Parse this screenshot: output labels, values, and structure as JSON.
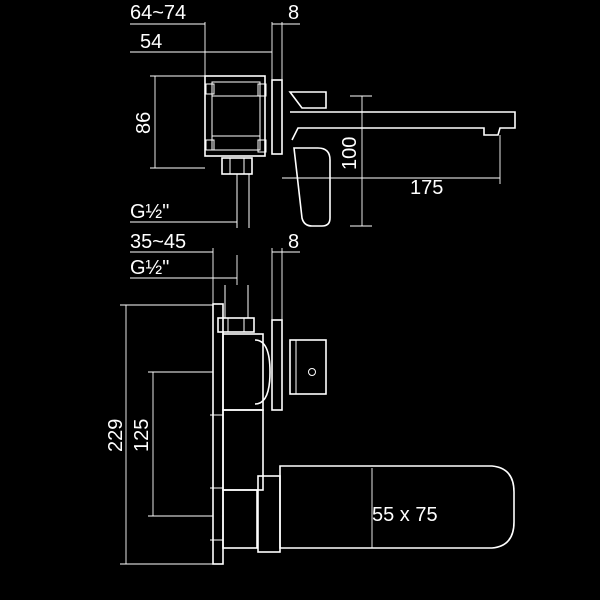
{
  "top_view": {
    "dim_depth_range": "64~74",
    "dim_plate": "8",
    "dim_body": "54",
    "dim_height": "86",
    "dim_spout_height": "100",
    "dim_spout_length": "175",
    "thread": "G½\""
  },
  "front_view": {
    "dim_depth_range": "35~45",
    "dim_plate": "8",
    "thread": "G½\"",
    "dim_total_height": "229",
    "dim_center": "125",
    "dim_outlet": "55 x 75"
  }
}
